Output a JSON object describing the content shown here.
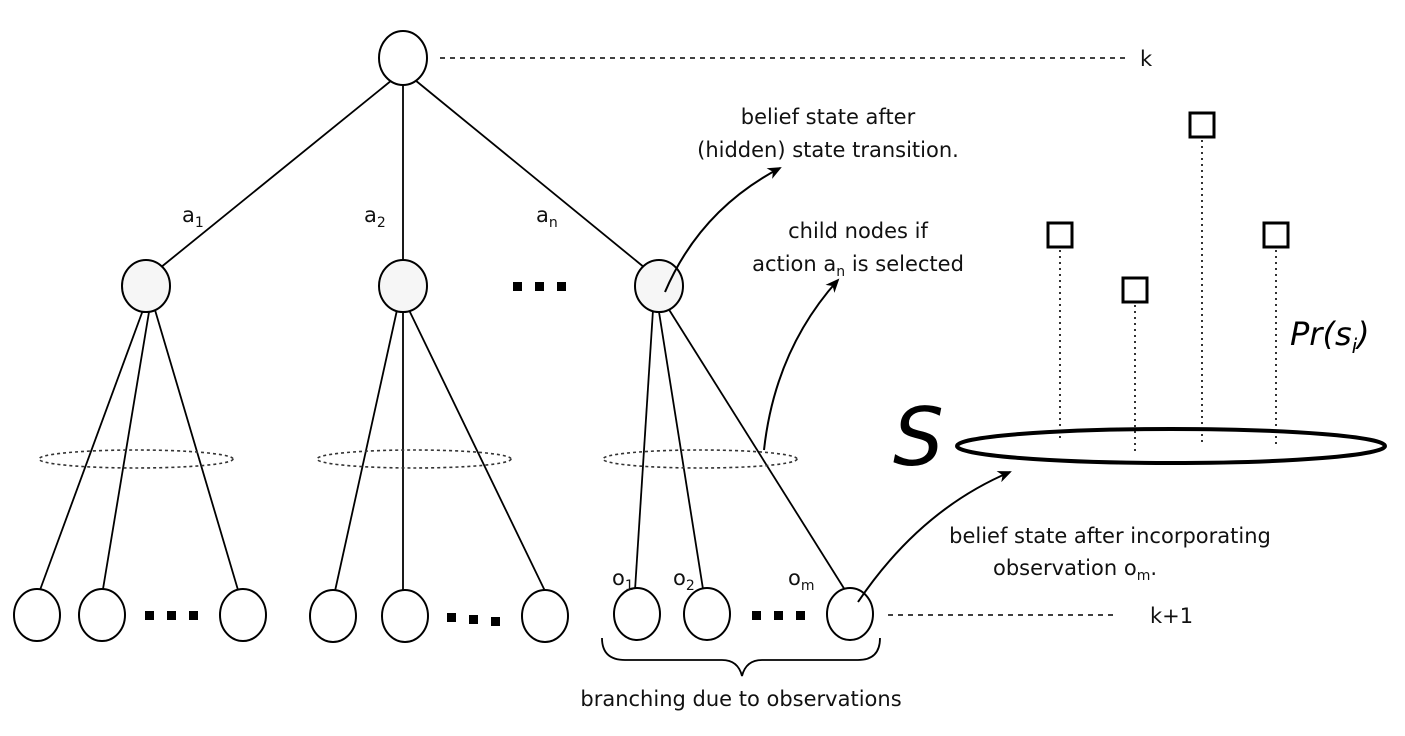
{
  "levels": {
    "top": "k",
    "bottom": "k+1"
  },
  "actions": {
    "a1": {
      "base": "a",
      "sub": "1"
    },
    "a2": {
      "base": "a",
      "sub": "2"
    },
    "an": {
      "base": "a",
      "sub": "n"
    }
  },
  "observations": {
    "o1": {
      "base": "o",
      "sub": "1"
    },
    "o2": {
      "base": "o",
      "sub": "2"
    },
    "om": {
      "base": "o",
      "sub": "m"
    }
  },
  "annotations": {
    "belief_transition": [
      "belief state after",
      "(hidden) state transition."
    ],
    "child_nodes": {
      "line1": "child nodes if",
      "line2_pre": "action a",
      "line2_sub": "n",
      "line2_post": " is selected"
    },
    "belief_observation": {
      "line1": "belief state after incorporating",
      "line2_pre": "observation o",
      "line2_sub": "m",
      "line2_post": "."
    },
    "branching": "branching due to observations"
  },
  "state_space": {
    "label": "S",
    "prob": {
      "pre": "Pr(s",
      "sub": "i",
      "post": ")"
    }
  },
  "ellipsis": "..."
}
